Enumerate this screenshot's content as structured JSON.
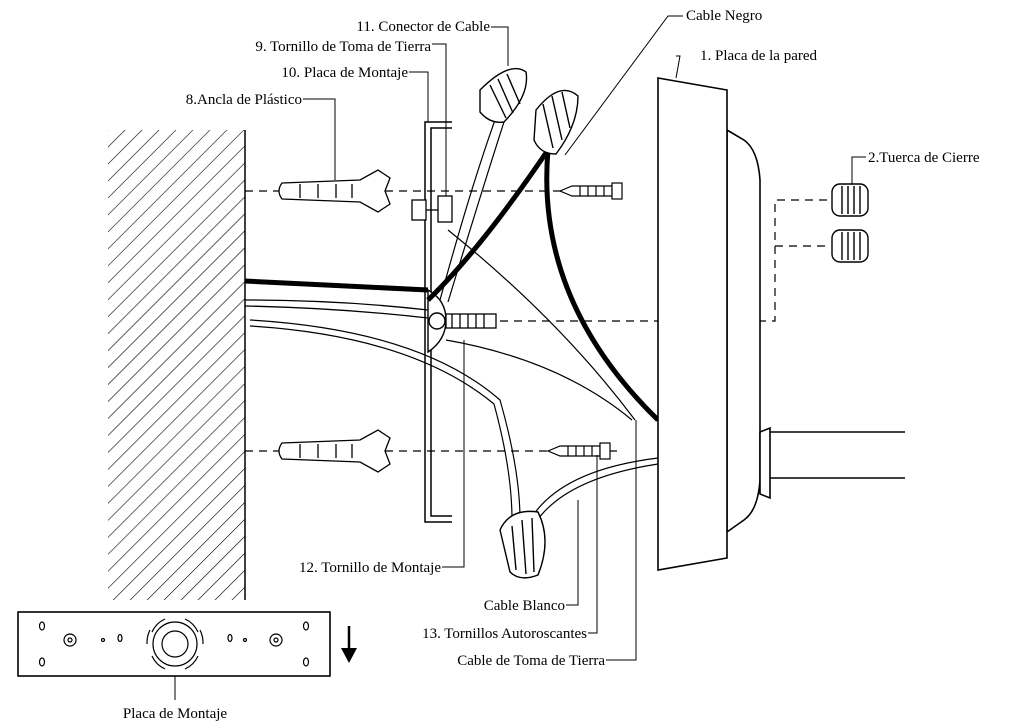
{
  "labels": {
    "cable_connector": "11. Conector de Cable",
    "black_cable": "Cable Negro",
    "ground_screw": "9. Tornillo de Toma de Tierra",
    "mounting_plate": "10. Placa de Montaje",
    "wall_plate": "1. Placa de la pared",
    "plastic_anchor": "8.Ancla de Plástico",
    "lock_nut": "2.Tuerca de Cierre",
    "mounting_screw": "12. Tornillo de Montaje",
    "white_cable": "Cable Blanco",
    "self_tapping_screws": "13. Tornillos Autoroscantes",
    "ground_cable": "Cable de Toma de Tierra",
    "bracket_caption": "Placa de Montaje"
  }
}
